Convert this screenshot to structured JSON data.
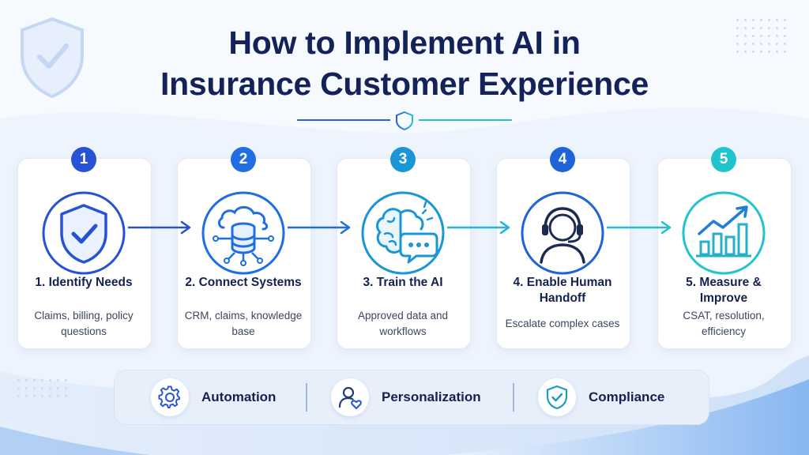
{
  "title": {
    "line1": "How to Implement AI in",
    "line2": "Insurance Customer Experience"
  },
  "colors": {
    "navy": "#13235a",
    "blue": "#2f5fe0",
    "cyan": "#22c0cf",
    "step1": "#2752d6",
    "step2": "#1f6fe3",
    "step3": "#1a96d6",
    "step4": "#2063d9",
    "step5": "#21c3cf"
  },
  "steps": [
    {
      "number": "1",
      "title": "1. Identify Needs",
      "description": "Claims, billing, policy questions",
      "icon": "shield-check-icon"
    },
    {
      "number": "2",
      "title": "2. Connect Systems",
      "description": "CRM, claims, knowledge base",
      "icon": "cloud-database-icon"
    },
    {
      "number": "3",
      "title": "3. Train the AI",
      "description": "Approved data and workflows",
      "icon": "brain-chat-icon"
    },
    {
      "number": "4",
      "title": "4. Enable Human Handoff",
      "description": "Escalate complex cases",
      "icon": "headset-agent-icon"
    },
    {
      "number": "5",
      "title": "5. Measure & Improve",
      "description": "CSAT, resolution, efficiency",
      "icon": "growth-chart-icon"
    }
  ],
  "features": [
    {
      "label": "Automation",
      "icon": "gear-icon"
    },
    {
      "label": "Personalization",
      "icon": "user-heart-icon"
    },
    {
      "label": "Compliance",
      "icon": "shield-check-icon"
    }
  ]
}
